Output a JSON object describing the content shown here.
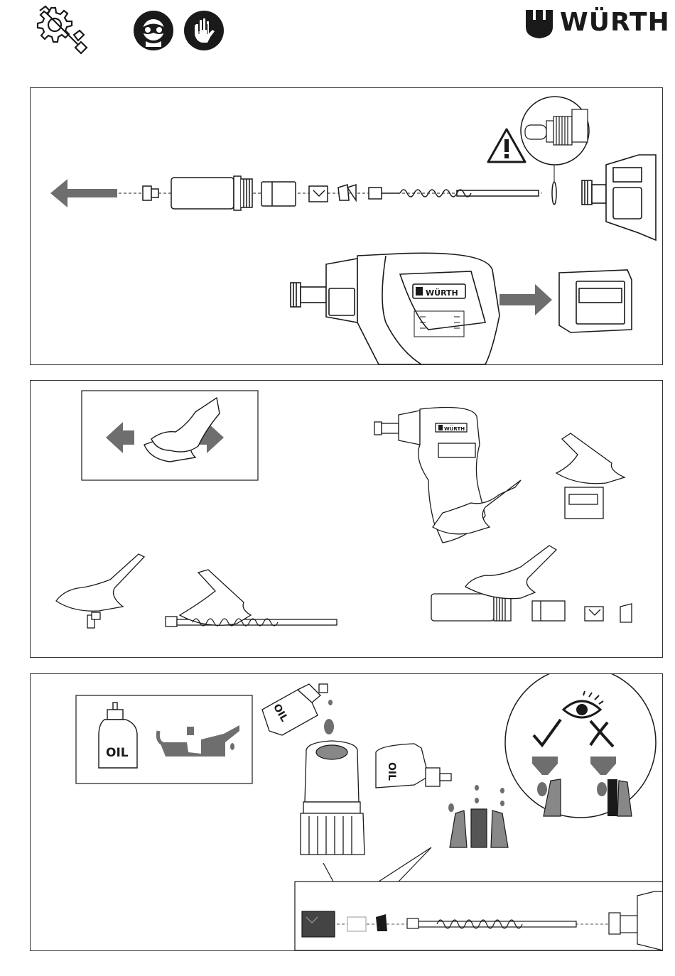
{
  "header": {
    "brand_name": "WÜRTH",
    "icons": [
      "maintenance-icon",
      "eye-protection-icon",
      "gloves-icon"
    ]
  },
  "panel1": {
    "tool_brand_label": "WÜRTH",
    "icons": [
      "warning-icon",
      "arrow-left-icon",
      "arrow-right-icon"
    ]
  },
  "panel2": {
    "tool_brand_label": "WÜRTH",
    "icons": [
      "wipe-clean-icon"
    ]
  },
  "panel3": {
    "oil_label": "OIL",
    "bottle_label": "OIL",
    "icons": [
      "oil-bottle-icon",
      "oil-can-icon",
      "eye-inspect-icon",
      "check-icon",
      "cross-icon"
    ]
  },
  "colors": {
    "line": "#1a1a1a",
    "arrow_gray": "#6e6e6e",
    "light_gray": "#d9d9d9",
    "dark_fill": "#2b2b2b"
  }
}
